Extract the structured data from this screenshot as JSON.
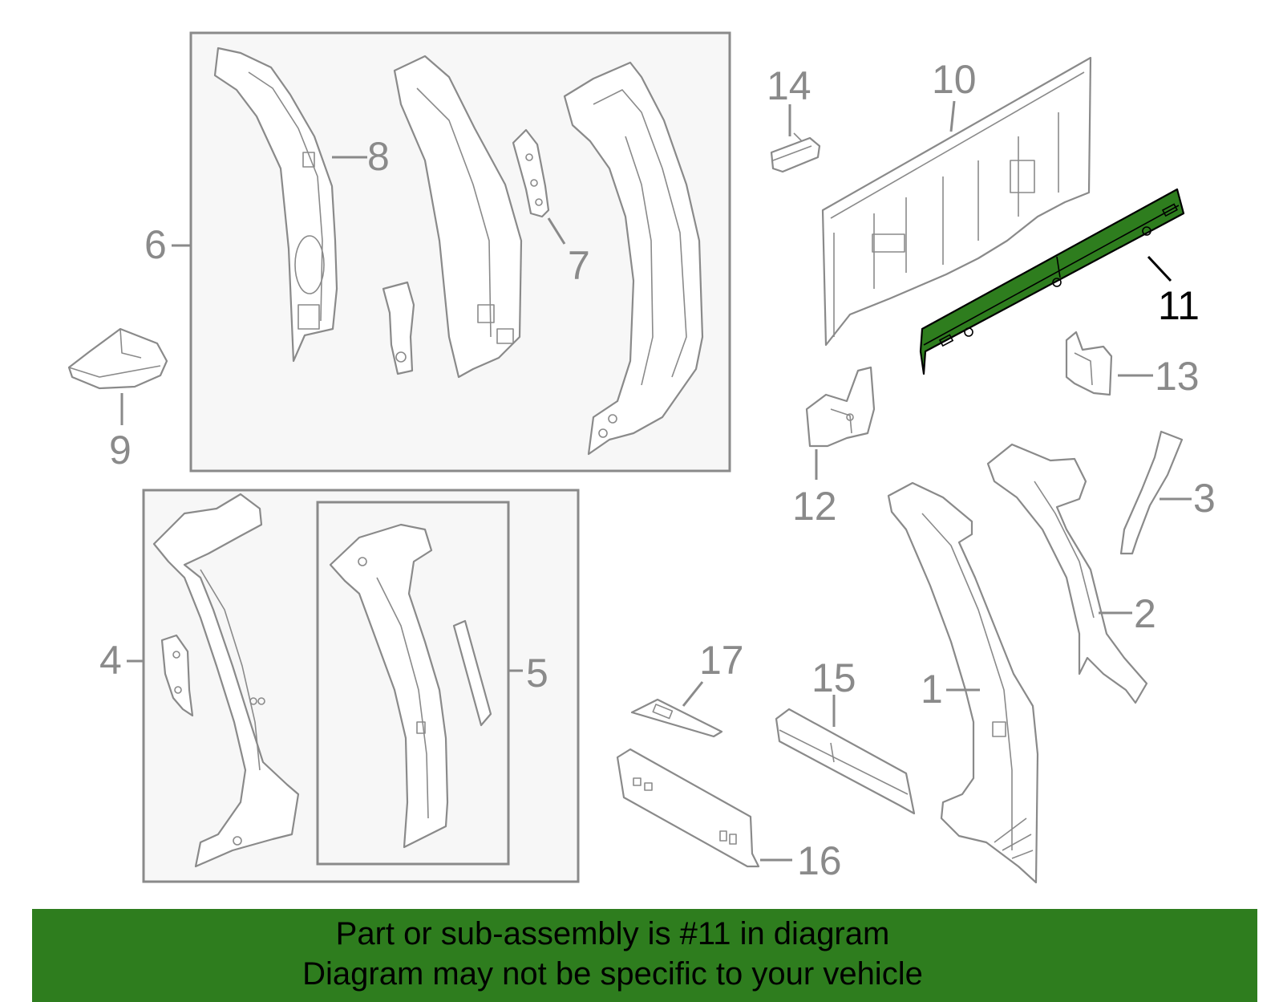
{
  "callouts": {
    "n1": "1",
    "n2": "2",
    "n3": "3",
    "n4": "4",
    "n5": "5",
    "n6": "6",
    "n7": "7",
    "n8": "8",
    "n9": "9",
    "n10": "10",
    "n11": "11",
    "n12": "12",
    "n13": "13",
    "n14": "14",
    "n15": "15",
    "n16": "16",
    "n17": "17"
  },
  "highlighted_part": "11",
  "highlight_color": "#2e7d1e",
  "banner": {
    "line1": "Part or sub-assembly is #11 in diagram",
    "line2": "Diagram may not be specific to your vehicle"
  }
}
